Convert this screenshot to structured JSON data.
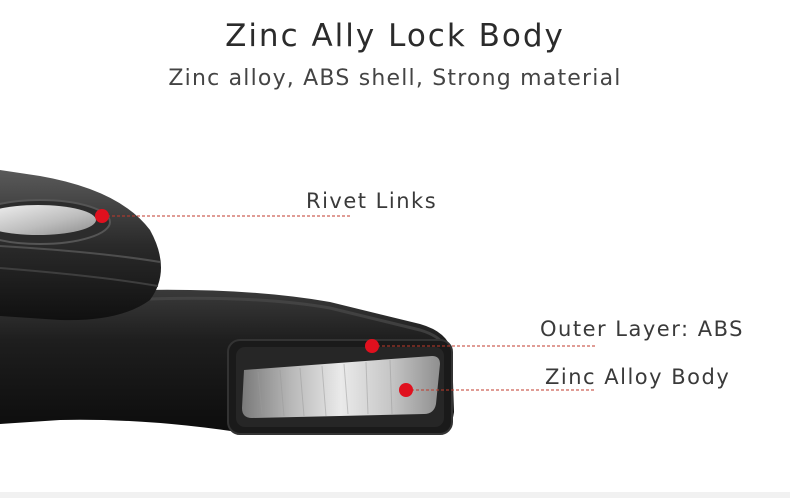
{
  "header": {
    "title": "Zinc Ally Lock Body",
    "subtitle": "Zinc alloy, ABS shell, Strong material"
  },
  "callouts": [
    {
      "id": "rivet",
      "label": "Rivet Links"
    },
    {
      "id": "outer",
      "label": "Outer Layer: ABS"
    },
    {
      "id": "zinc",
      "label": "Zinc Alloy Body"
    }
  ],
  "colors": {
    "marker": "#e0101e",
    "leader": "#c0392b",
    "lock_body": "#1b1b1b"
  }
}
